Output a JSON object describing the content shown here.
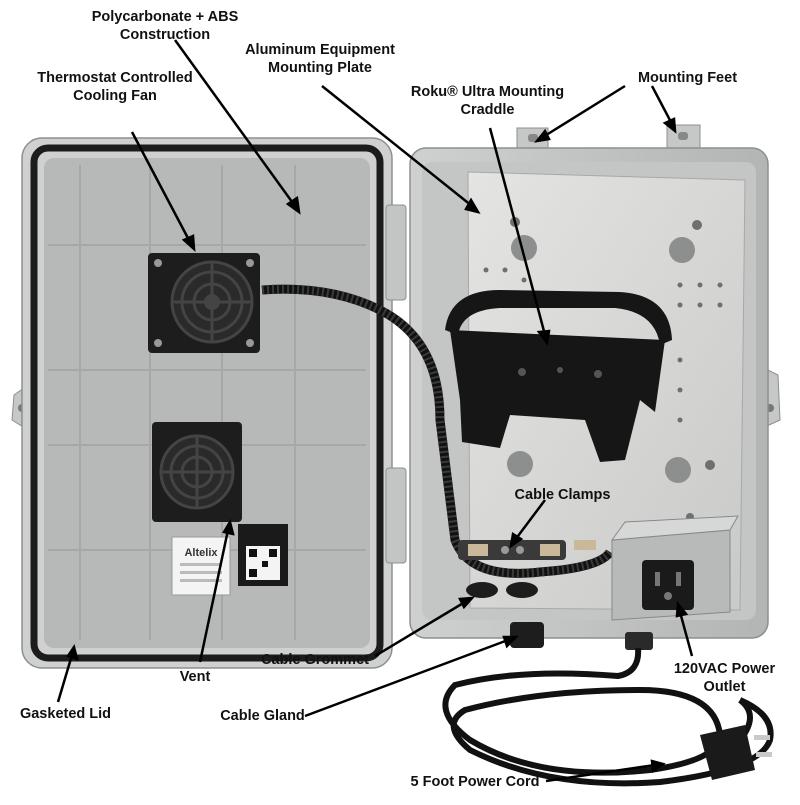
{
  "colors": {
    "enclosure": "#c9cbca",
    "enclosure_inner": "#b7b9b8",
    "gasket": "#1c1c1c",
    "plate": "#d9d9d7",
    "fan": "#1d1d1d",
    "cradle": "#161616",
    "leader": "#000000",
    "background": "#ffffff"
  },
  "product": {
    "brand": "Altelix"
  },
  "callouts": {
    "construction": {
      "line1": "Polycarbonate + ABS",
      "line2": "Construction"
    },
    "plate": {
      "line1": "Aluminum Equipment",
      "line2": "Mounting Plate"
    },
    "fan": {
      "line1": "Thermostat Controlled",
      "line2": "Cooling Fan"
    },
    "cradle": {
      "line1": "Roku® Ultra Mounting",
      "line2": "Craddle"
    },
    "feet": {
      "line1": "Mounting Feet"
    },
    "clamps": {
      "line1": "Cable Clamps"
    },
    "vent": {
      "line1": "Vent"
    },
    "grommet": {
      "line1": "Cable Grommet"
    },
    "outlet": {
      "line1": "120VAC Power",
      "line2": "Outlet"
    },
    "lid": {
      "line1": "Gasketed Lid"
    },
    "gland": {
      "line1": "Cable Gland"
    },
    "cord": {
      "line1": "5 Foot Power Cord"
    }
  }
}
